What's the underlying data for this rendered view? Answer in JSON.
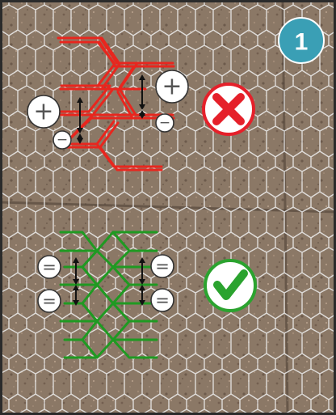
{
  "step_badge": {
    "number": "1",
    "color": "#3a9fb5"
  },
  "panels": [
    {
      "name": "incorrect",
      "mesh_color": "#e8261e",
      "verdict_icon": "red-x-icon",
      "verdict_color": "#e5202a",
      "spacing_symbols": [
        "+",
        "+",
        "−",
        "−"
      ]
    },
    {
      "name": "correct",
      "mesh_color": "#1f9a22",
      "verdict_icon": "green-check-icon",
      "verdict_color": "#2ba32f",
      "spacing_symbols": [
        "=",
        "=",
        "=",
        "="
      ]
    }
  ],
  "colors": {
    "ground": "#8b7866",
    "wire": "#e9e9e9",
    "frame": "#2b2b2b"
  }
}
